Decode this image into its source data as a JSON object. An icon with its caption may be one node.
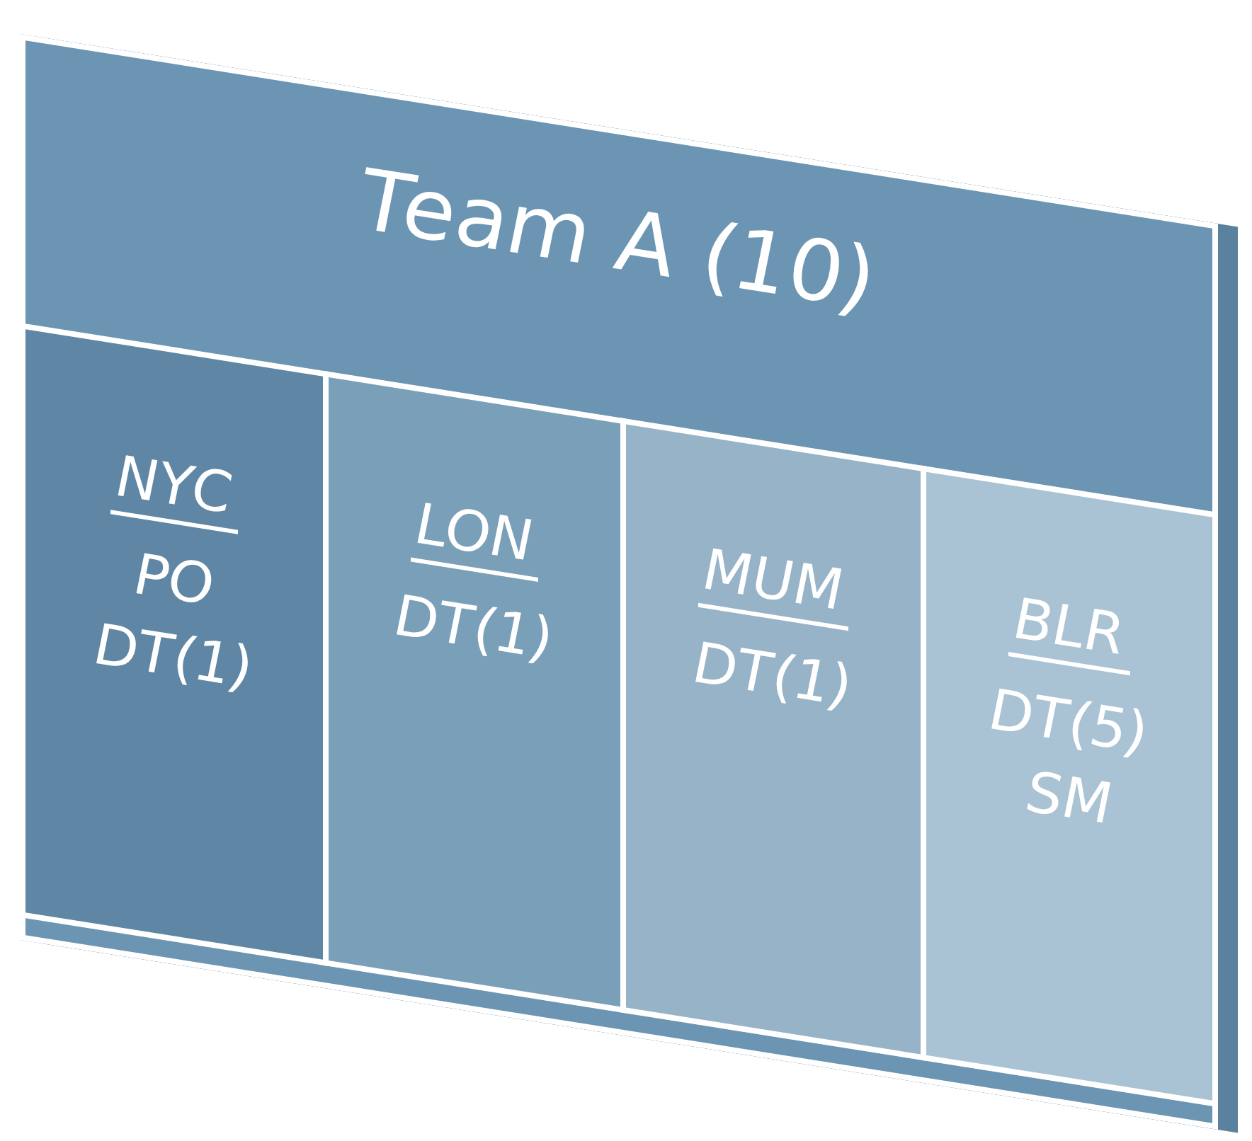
{
  "diagram": {
    "nodes": [
      {
        "text": [
          "Team A (10)"
        ]
      },
      {
        "text": [
          "NYC",
          "PO",
          "DT(1)"
        ],
        "in": 0
      },
      {
        "text": [
          "LON",
          "DT(1)"
        ],
        "in": 0
      },
      {
        "text": [
          "MUM",
          "DT(1)"
        ],
        "in": 0
      },
      {
        "text": [
          "BLR",
          "DT(5)",
          "SM"
        ],
        "in": 0
      }
    ]
  }
}
